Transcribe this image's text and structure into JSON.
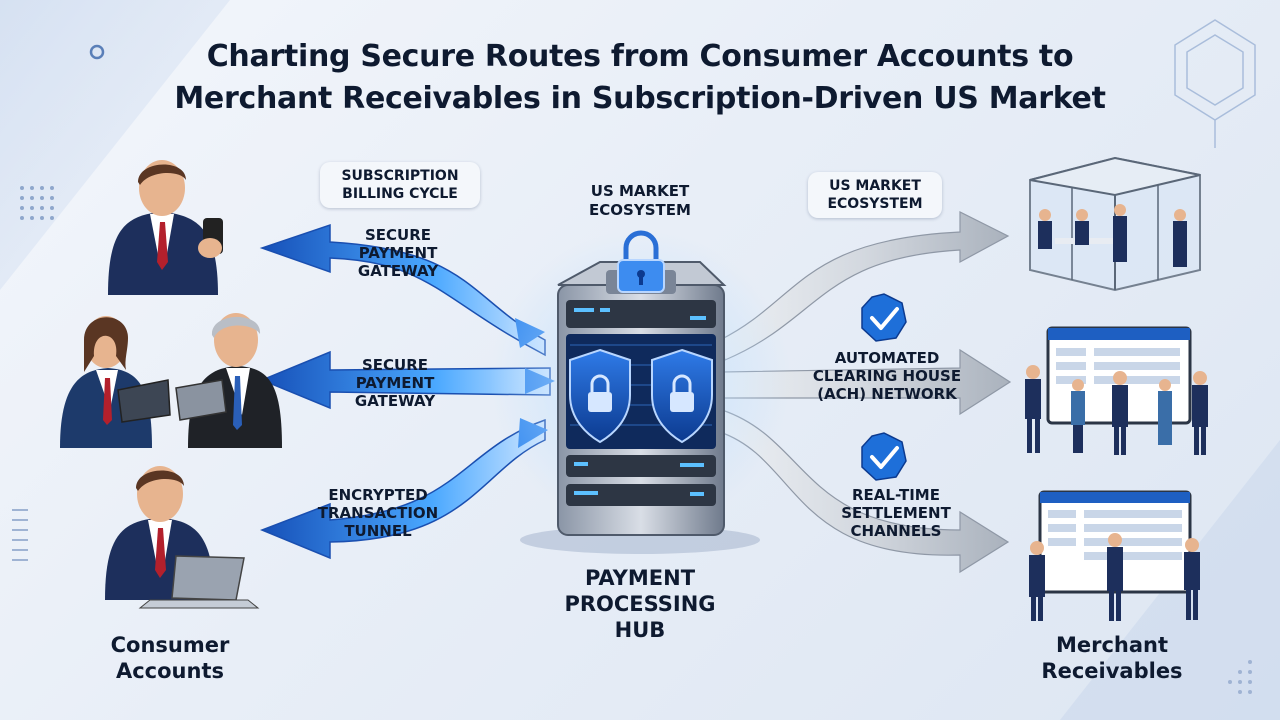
{
  "title": {
    "line1": "Charting Secure Routes from Consumer Accounts to",
    "line2": "Merchant Receivables in Subscription-Driven US Market"
  },
  "left_flows": [
    {
      "line1": "SECURE",
      "line2": "PAYMENT",
      "line3": "GATEWAY"
    },
    {
      "line1": "SECURE",
      "line2": "PAYMENT",
      "line3": "GATEWAY"
    },
    {
      "line1": "ENCRYPTED",
      "line2": "TRANSACTION",
      "line3": "TUNNEL"
    }
  ],
  "subscription_label": {
    "line1": "SUBSCRIPTION",
    "line2": "BILLING CYCLE"
  },
  "hub_ecosystem_label": {
    "line1": "US MARKET",
    "line2": "ECOSYSTEM"
  },
  "right_ecosystem_label": {
    "line1": "US MARKET",
    "line2": "ECOSYSTEM"
  },
  "right_flows": [
    {
      "line1": "AUTOMATED",
      "line2": "CLEARING HOUSE",
      "line3": "(ACH) NETWORK"
    },
    {
      "line1": "REAL-TIME",
      "line2": "SETTLEMENT",
      "line3": "CHANNELS"
    }
  ],
  "hub_caption": {
    "line1": "PAYMENT",
    "line2": "PROCESSING",
    "line3": "HUB"
  },
  "consumer_caption": {
    "line1": "Consumer",
    "line2": "Accounts"
  },
  "merchant_caption": {
    "line1": "Merchant",
    "line2": "Receivables"
  },
  "icons": {
    "hub": "server-tower-icon",
    "lock": "padlock-icon",
    "shield": "shield-lock-icon",
    "check": "checkmark-badge-icon"
  },
  "colors": {
    "accent_blue": "#1e6fd9",
    "glow_blue": "#4aa8ff",
    "navy_suit": "#1d2f5c",
    "tie_red": "#b3202c",
    "silver_arrow": "#c9ced6",
    "title_text": "#0e1a30"
  }
}
